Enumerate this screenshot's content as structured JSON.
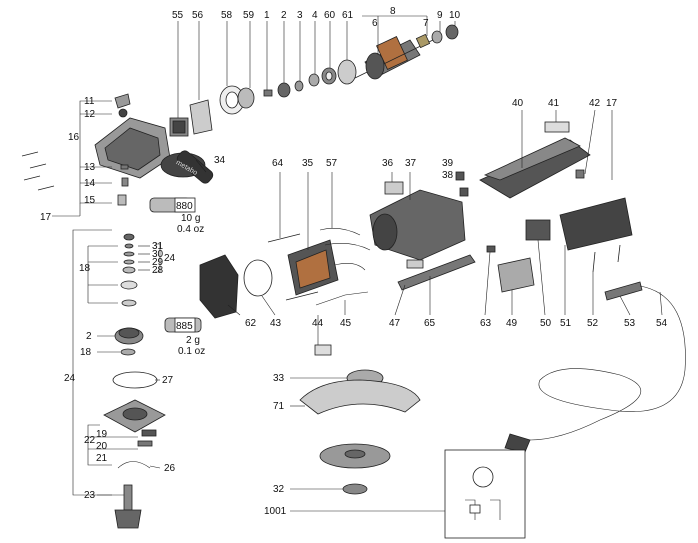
{
  "labels": {
    "l55": "55",
    "l56": "56",
    "l58": "58",
    "l59": "59",
    "l1": "1",
    "l2": "2",
    "l3": "3",
    "l4": "4",
    "l60": "60",
    "l61": "61",
    "l8": "8",
    "l6": "6",
    "l7": "7",
    "l9": "9",
    "l10": "10",
    "l11": "11",
    "l12": "12",
    "l16": "16",
    "l13": "13",
    "l14": "14",
    "l15": "15",
    "l17a": "17",
    "l34": "34",
    "l64": "64",
    "l35": "35",
    "l57": "57",
    "l36": "36",
    "l37": "37",
    "l39": "39",
    "l38": "38",
    "l40": "40",
    "l41": "41",
    "l42": "42",
    "l17b": "17",
    "l31": "31",
    "l30": "30",
    "l29": "29",
    "l28": "28",
    "l24a": "24",
    "l18a": "18",
    "l2b": "2",
    "l18b": "18",
    "l27": "27",
    "l24b": "24",
    "l22": "22",
    "l19": "19",
    "l20": "20",
    "l21": "21",
    "l26": "26",
    "l23": "23",
    "l62": "62",
    "l43": "43",
    "l44": "44",
    "l45": "45",
    "l47": "47",
    "l65": "65",
    "l63": "63",
    "l49": "49",
    "l50": "50",
    "l51": "51",
    "l52": "52",
    "l53": "53",
    "l54": "54",
    "l33": "33",
    "l71": "71",
    "l32": "32",
    "l1001": "1001"
  },
  "tube_880": {
    "code": "880",
    "mass": "10 g",
    "oz": "0.4 oz"
  },
  "tube_885": {
    "code": "885",
    "mass": "2 g",
    "oz": "0.1 oz"
  },
  "handle_brand": "metabo"
}
